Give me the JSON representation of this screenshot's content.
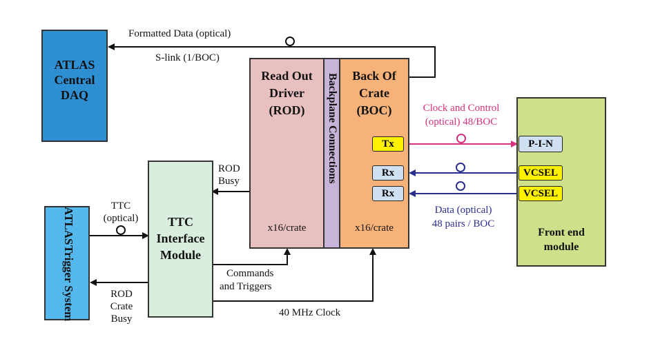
{
  "blocks": {
    "atlas_daq": {
      "line1": "ATLAS",
      "line2": "Central",
      "line3": "DAQ"
    },
    "rod": {
      "line1": "Read Out",
      "line2": "Driver",
      "line3": "(ROD)",
      "count": "x16/crate"
    },
    "backplane": {
      "label": "Backplane Connections"
    },
    "boc": {
      "line1": "Back Of",
      "line2": "Crate",
      "line3": "(BOC)",
      "count": "x16/crate"
    },
    "ttc_module": {
      "line1": "TTC",
      "line2": "Interface",
      "line3": "Module"
    },
    "trigger": {
      "line1": "ATLAS",
      "line2": "Trigger System"
    },
    "front_end": {
      "line1": "Front end",
      "line2": "module"
    }
  },
  "chips": {
    "tx": "Tx",
    "rx1": "Rx",
    "rx2": "Rx",
    "pin": "P-I-N",
    "vcsel1": "VCSEL",
    "vcsel2": "VCSEL"
  },
  "labels": {
    "formatted_data": "Formatted Data (optical)",
    "slink": "S-link (1/BOC)",
    "clock_control_1": "Clock and Control",
    "clock_control_2": "(optical) 48/BOC",
    "data_optical_1": "Data (optical)",
    "data_optical_2": "48 pairs / BOC",
    "rod_busy_1": "ROD",
    "rod_busy_2": "Busy",
    "ttc_optical_1": "TTC",
    "ttc_optical_2": "(optical)",
    "crate_busy_1": "ROD",
    "crate_busy_2": "Crate",
    "crate_busy_3": "Busy",
    "commands_1": "Commands",
    "commands_2": "and Triggers",
    "clock_40": "40 MHz Clock"
  },
  "colors": {
    "daq": "#2f8fd3",
    "rod": "#e8c0c0",
    "backplane": "#c8b4d8",
    "boc": "#f7b27a",
    "ttc": "#d9eedf",
    "trigger": "#54b8ec",
    "front_end": "#cfe08a",
    "chip": "#fff200",
    "rx_chip": "#cfe0f2",
    "clock_line": "#d6307d",
    "data_line": "#2a2f8f"
  }
}
